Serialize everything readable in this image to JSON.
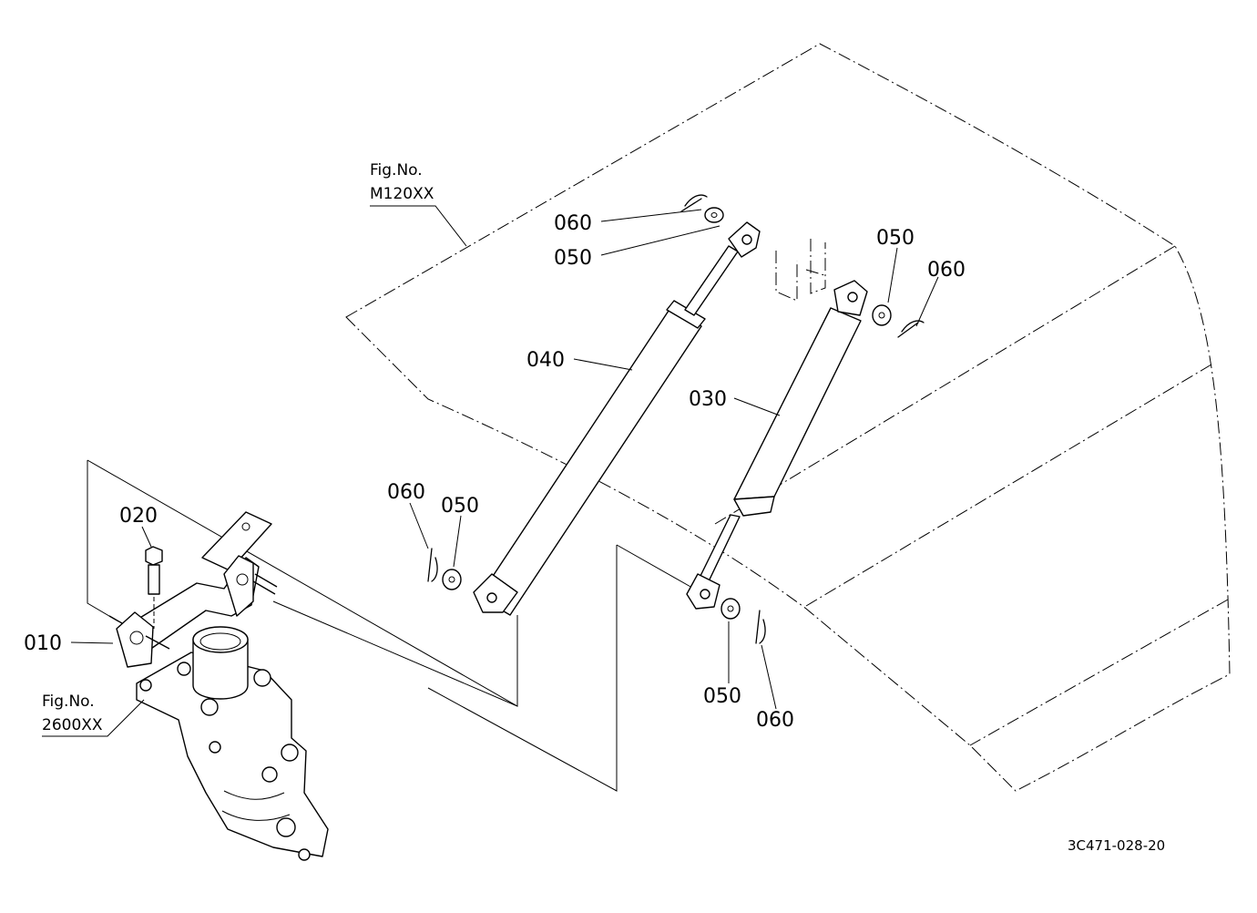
{
  "figure_refs": {
    "hood": {
      "line1": "Fig.No.",
      "line2": "M120XX"
    },
    "valve": {
      "line1": "Fig.No.",
      "line2": "2600XX"
    }
  },
  "callouts": {
    "p010": "010",
    "p020": "020",
    "p030": "030",
    "p040": "040",
    "p050_top_left": "050",
    "p060_top_left": "060",
    "p050_top_right": "050",
    "p060_top_right": "060",
    "p060_mid_left": "060",
    "p050_mid_left": "050",
    "p050_bottom_right": "050",
    "p060_bottom_right": "060"
  },
  "drawing_code": "3C471-028-20"
}
